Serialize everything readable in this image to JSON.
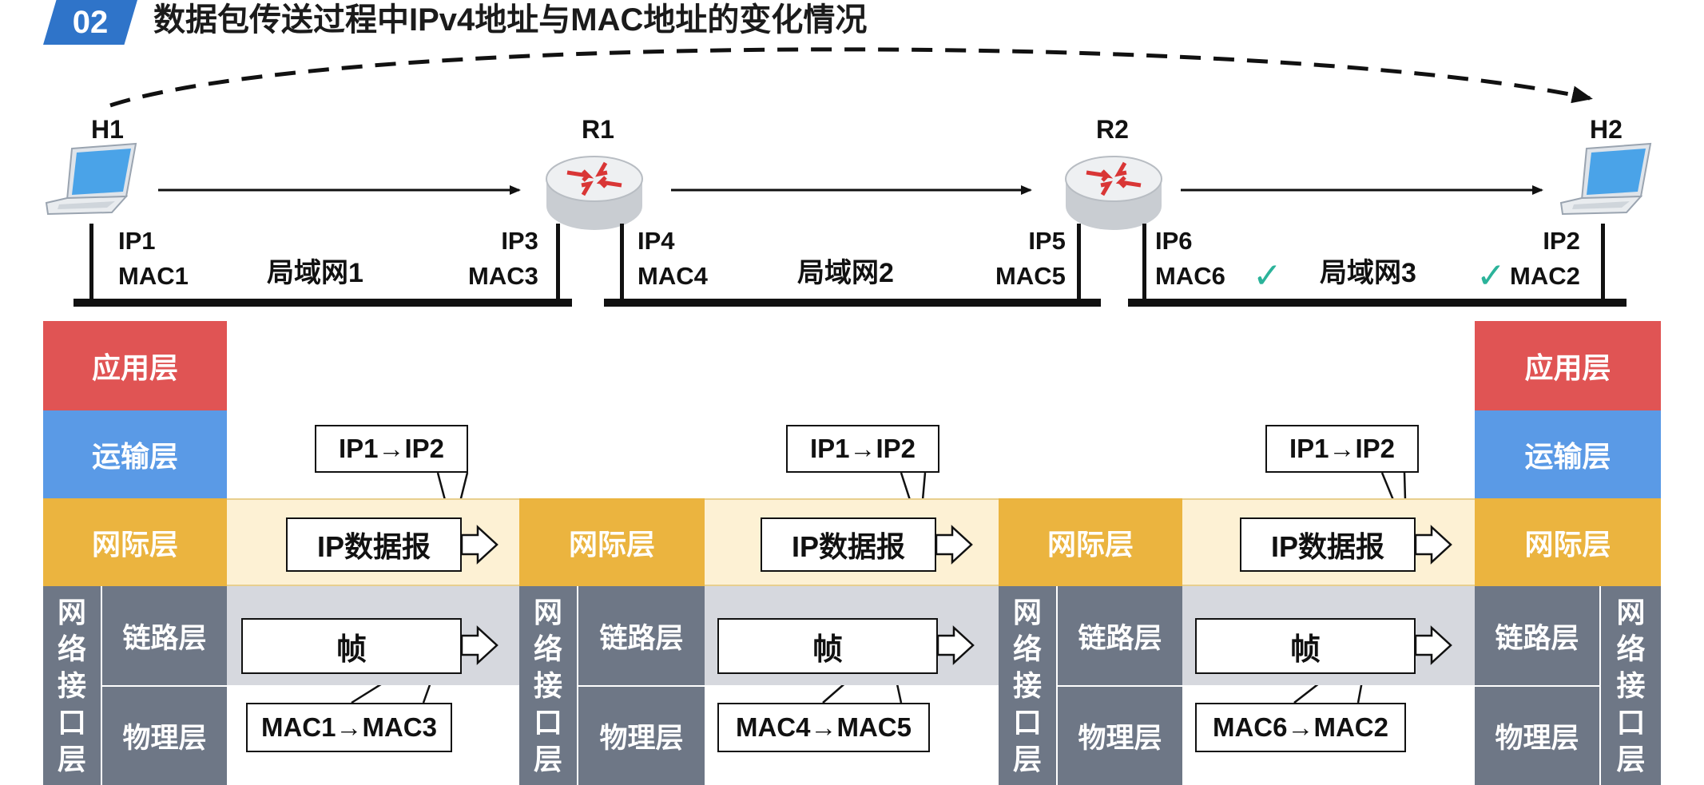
{
  "header": {
    "number": "02",
    "title": "数据包传送过程中IPv4地址与MAC地址的变化情况"
  },
  "nodes": {
    "h1": "H1",
    "r1": "R1",
    "r2": "R2",
    "h2": "H2"
  },
  "lans": [
    {
      "name": "局域网1",
      "left_ip": "IP1",
      "left_mac": "MAC1",
      "right_ip": "IP3",
      "right_mac": "MAC3"
    },
    {
      "name": "局域网2",
      "left_ip": "IP4",
      "left_mac": "MAC4",
      "right_ip": "IP5",
      "right_mac": "MAC5"
    },
    {
      "name": "局域网3",
      "left_ip": "IP6",
      "left_mac": "MAC6",
      "right_ip": "IP2",
      "right_mac": "MAC2"
    }
  ],
  "layers": {
    "application": "应用层",
    "transport": "运输层",
    "internet": "网际层",
    "link": "链路层",
    "physical": "物理层",
    "netif_chars": [
      "网",
      "络",
      "接",
      "口",
      "层"
    ]
  },
  "packet": {
    "ip_label": "IP1→IP2",
    "datagram": "IP数据报",
    "frame": "帧",
    "macs": [
      "MAC1→MAC3",
      "MAC4→MAC5",
      "MAC6→MAC2"
    ]
  },
  "colors": {
    "badge": "#2f74c9",
    "application": "#e05454",
    "transport": "#5a9ae6",
    "internet": "#ebb43f",
    "link": "#6e7786",
    "check": "#2bb39a"
  },
  "icons": {
    "host": "laptop-icon",
    "router": "router-icon",
    "ok": "checkmark-icon"
  }
}
